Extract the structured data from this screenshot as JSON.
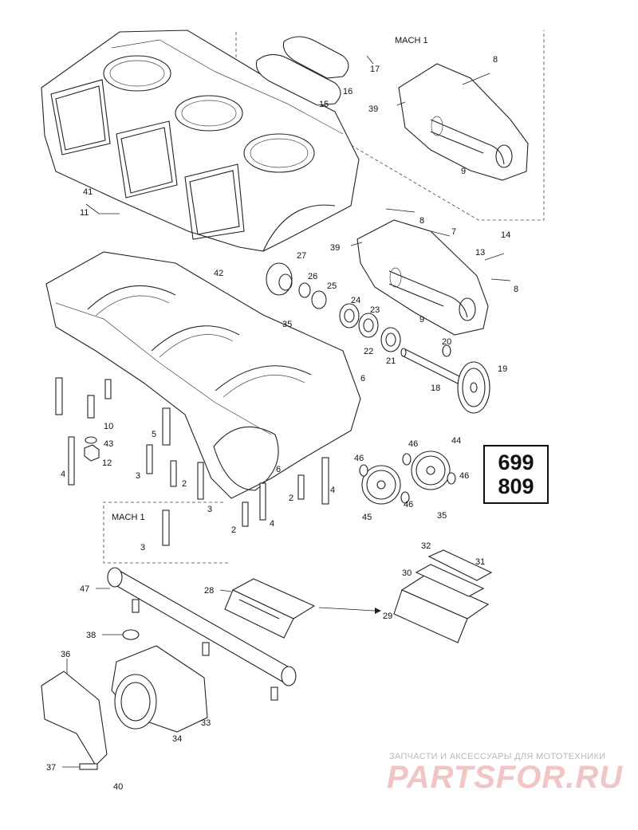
{
  "diagram": {
    "mach_label_top": "MACH 1",
    "mach_label_bottom": "MACH 1",
    "model_codes": [
      "699",
      "809"
    ],
    "part_numbers": [
      "2",
      "3",
      "4",
      "5",
      "6",
      "7",
      "8",
      "9",
      "10",
      "11",
      "12",
      "13",
      "14",
      "15",
      "16",
      "17",
      "18",
      "19",
      "20",
      "21",
      "22",
      "23",
      "24",
      "25",
      "26",
      "27",
      "28",
      "29",
      "30",
      "31",
      "32",
      "33",
      "34",
      "35",
      "36",
      "37",
      "38",
      "39",
      "40",
      "41",
      "42",
      "43",
      "44",
      "45",
      "46",
      "47"
    ],
    "watermark": {
      "subtitle": "ЗАПЧАСТИ И АКСЕССУАРЫ ДЛЯ МОТОТЕХНИКИ",
      "brand": "PARTSFOR.RU"
    }
  }
}
